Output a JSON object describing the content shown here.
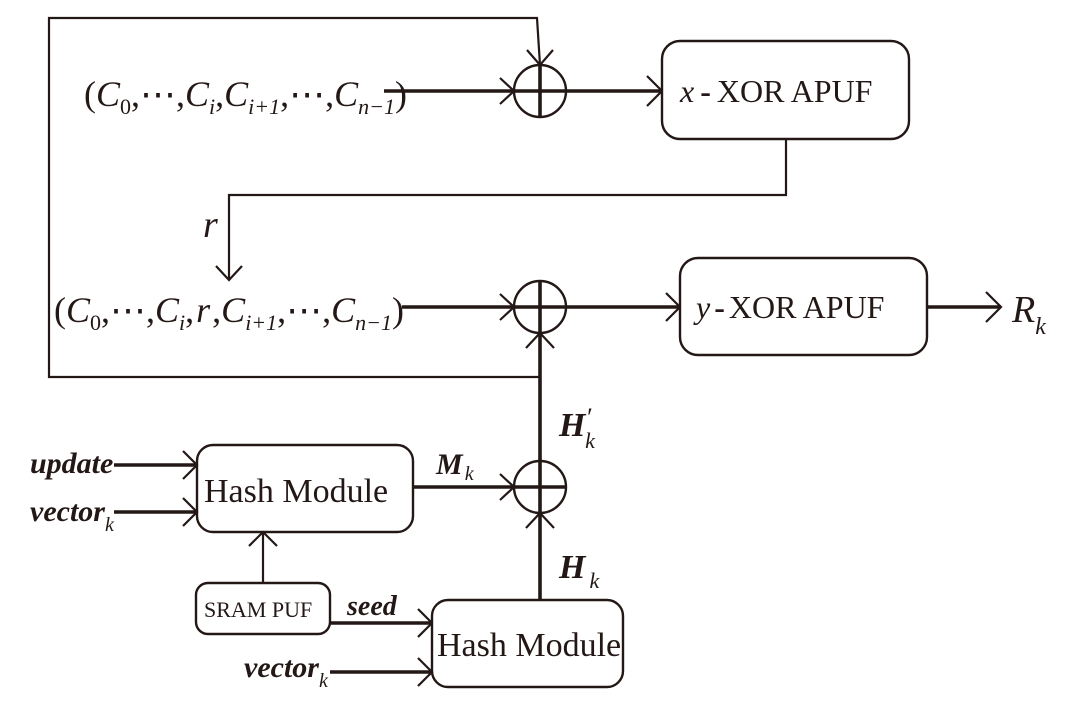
{
  "diagram": {
    "top_input": {
      "open": "(",
      "parts": [
        {
          "base": "C",
          "sub": "0"
        },
        {
          "sep": ",⋯,"
        },
        {
          "base": "C",
          "sub": "i"
        },
        {
          "sep": ","
        },
        {
          "base": "C",
          "sub": "i+1"
        },
        {
          "sep": ",⋯,"
        },
        {
          "base": "C",
          "sub": "n−1"
        }
      ],
      "close": ")"
    },
    "mid_input": {
      "open": "(",
      "c0": "C",
      "c0_sub": "0",
      "dots1": ",⋯,",
      "ci": "C",
      "ci_sub": "i",
      "comma1": ",",
      "r": "r",
      "comma2": ",",
      "ci1": "C",
      "ci1_sub": "i+1",
      "dots2": ",⋯,",
      "cn": "C",
      "cn_sub": "n−1",
      "close": ")"
    },
    "x_apuf": {
      "var": "x",
      "dash": "-",
      "label": "XOR APUF"
    },
    "y_apuf": {
      "var": "y",
      "dash": "-",
      "label": "XOR APUF"
    },
    "r_label": "r",
    "output": {
      "base": "R",
      "sub": "k"
    },
    "h_prime": {
      "base": "H",
      "prime": "′",
      "sub": "k"
    },
    "h": {
      "base": "H",
      "sub": "k"
    },
    "m": {
      "base": "M",
      "sub": "k"
    },
    "hash1": {
      "label": "Hash Module"
    },
    "hash2": {
      "label": "Hash Module"
    },
    "sram": {
      "label": "SRAM PUF"
    },
    "inputs": {
      "update": "update",
      "vector1": {
        "base": "vector",
        "sub": "k"
      },
      "seed": "seed",
      "vector2": {
        "base": "vector",
        "sub": "k"
      }
    },
    "xor_symbol": "⊕"
  }
}
